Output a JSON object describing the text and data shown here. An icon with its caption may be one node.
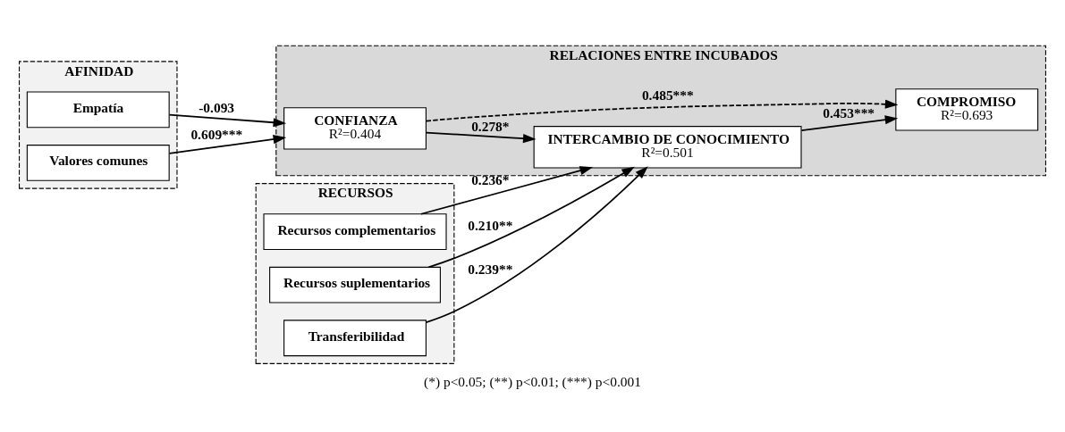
{
  "diagram": {
    "caption": "(*) p<0.05; (**) p<0.01; (***) p<0.001",
    "nodes": [
      {
        "text": [
          "AFINIDAD"
        ]
      },
      {
        "text": [
          "Empatía"
        ],
        "in": 0
      },
      {
        "text": [
          "Valores comunes"
        ],
        "in": 0
      },
      {
        "text": [
          "RECURSOS"
        ]
      },
      {
        "text": [
          "Recursos complementarios"
        ],
        "in": 3
      },
      {
        "text": [
          "Recursos suplementarios"
        ],
        "in": 3
      },
      {
        "text": [
          "Transferibilidad"
        ],
        "in": 3
      },
      {
        "text": [
          "RELACIONES ENTRE INCUBADOS"
        ]
      },
      {
        "text": [
          "CONFIANZA",
          "R²=0.404"
        ],
        "in": 7
      },
      {
        "text": [
          "INTERCAMBIO DE CONOCIMIENTO",
          "R²=0.501"
        ],
        "in": 7
      },
      {
        "text": [
          "COMPROMISO",
          "R²=0.693"
        ],
        "in": 7
      }
    ],
    "edges": [
      {
        "from": 1,
        "to": 8,
        "arrow": "to",
        "label": "-0.093"
      },
      {
        "from": 2,
        "to": 8,
        "arrow": "to",
        "label": "0.609***"
      },
      {
        "from": 8,
        "to": 10,
        "arrow": "to",
        "label": "0.485***",
        "style": "dashed"
      },
      {
        "from": 8,
        "to": 9,
        "arrow": "to",
        "label": "0.278*"
      },
      {
        "from": 4,
        "to": 9,
        "arrow": "to",
        "label": "0.236*"
      },
      {
        "from": 5,
        "to": 9,
        "arrow": "to",
        "label": "0.210**"
      },
      {
        "from": 6,
        "to": 9,
        "arrow": "to",
        "label": "0.239**"
      },
      {
        "from": 9,
        "to": 10,
        "arrow": "to",
        "label": "0.453***"
      }
    ]
  }
}
